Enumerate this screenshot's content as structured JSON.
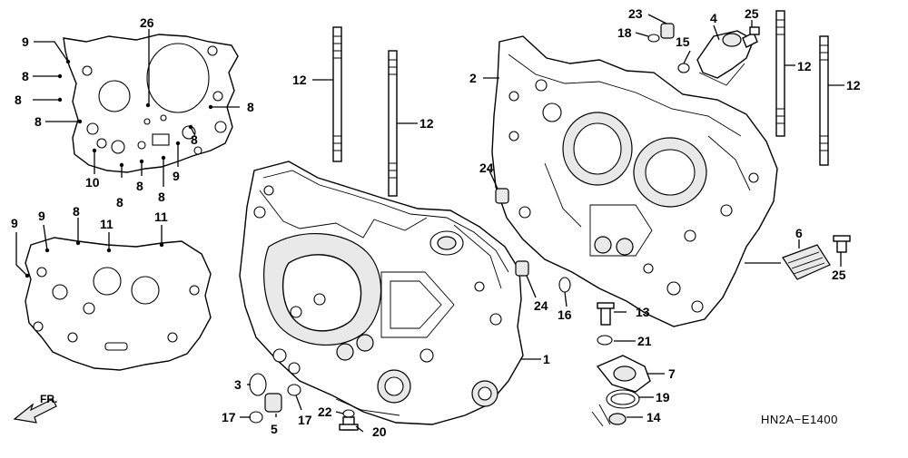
{
  "labels": {
    "l9a": "9",
    "l26": "26",
    "l8a": "8",
    "l8b": "8",
    "l8c": "8",
    "l8d": "8",
    "l8e": "8",
    "l10": "10",
    "l8f": "8",
    "l8g": "8",
    "l8h": "8",
    "l9b": "9",
    "l9c": "9",
    "l9d": "9",
    "l8i": "8",
    "l11a": "11",
    "l11b": "11",
    "l12a": "12",
    "l12b": "12",
    "l12c": "12",
    "l12d": "12",
    "l2": "2",
    "l23": "23",
    "l18": "18",
    "l4": "4",
    "l25a": "25",
    "l15": "15",
    "l24a": "24",
    "l24b": "24",
    "l16": "16",
    "l6": "6",
    "l25b": "25",
    "l13": "13",
    "l21": "21",
    "l1": "1",
    "l7": "7",
    "l19": "19",
    "l14": "14",
    "l3": "3",
    "l5": "5",
    "l17a": "17",
    "l17b": "17",
    "l22": "22",
    "l20": "20"
  },
  "direction_label": "FR.",
  "diagram_code": "HN2A−E1400"
}
